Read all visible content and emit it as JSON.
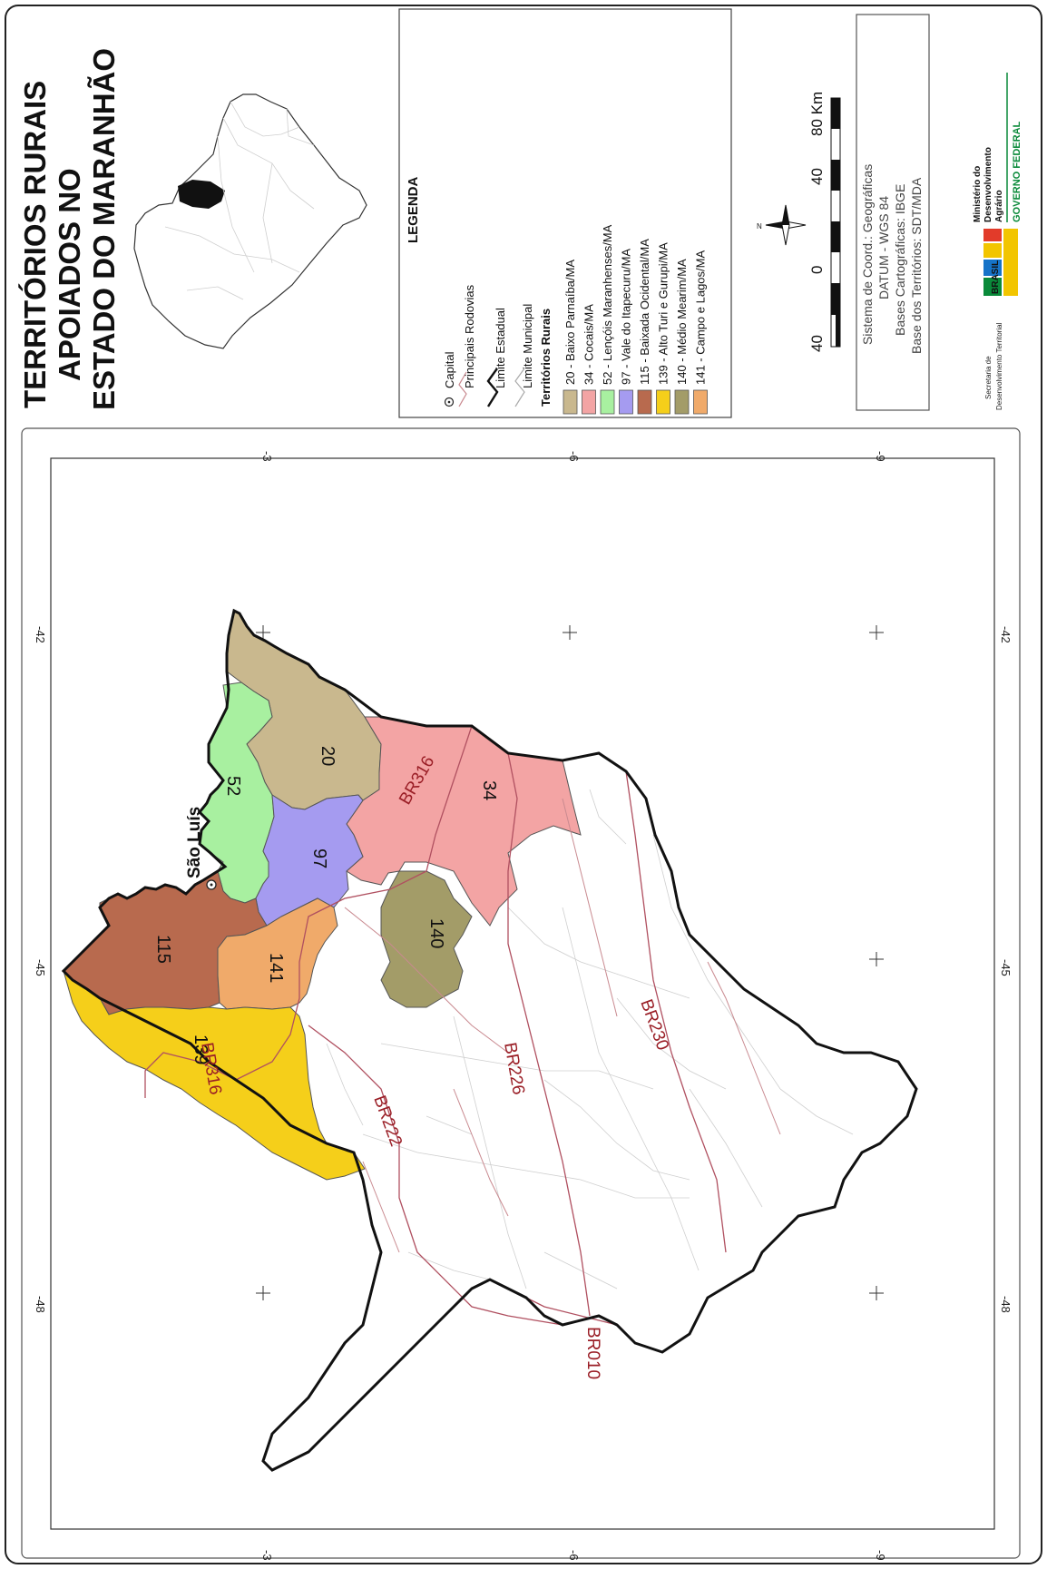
{
  "title": {
    "line1": "TERRITÓRIOS RURAIS",
    "line2": "APOIADOS NO",
    "line3": "ESTADO DO MARANHÃO"
  },
  "legend": {
    "heading": "LEGENDA",
    "items": [
      {
        "label": "Capital",
        "symbol": "capital-icon"
      },
      {
        "label": "Principais Rodovias",
        "symbol": "road-icon"
      },
      {
        "label": "Limite Estadual",
        "symbol": "state-border-icon"
      },
      {
        "label": "Limite Municipal",
        "symbol": "municipal-border-icon"
      }
    ],
    "territories_heading": "Territórios Rurais",
    "territories": [
      {
        "id": "20",
        "label": "20 - Baixo Parnaíba/MA",
        "color": "#c9b88e"
      },
      {
        "id": "34",
        "label": "34 - Cocais/MA",
        "color": "#f3a4a4"
      },
      {
        "id": "52",
        "label": "52 - Lençóis Maranhenses/MA",
        "color": "#a8f0a0"
      },
      {
        "id": "97",
        "label": "97 - Vale do Itapecuru/MA",
        "color": "#a59bf0"
      },
      {
        "id": "115",
        "label": "115 - Baixada Ocidental/MA",
        "color": "#b86a4e"
      },
      {
        "id": "139",
        "label": "139 - Alto Turi e Gurupi/MA",
        "color": "#f5cf1a"
      },
      {
        "id": "140",
        "label": "140 - Médio Mearim/MA",
        "color": "#a39c68"
      },
      {
        "id": "141",
        "label": "141 - Campo e Lagos/MA",
        "color": "#f0aa6a"
      }
    ]
  },
  "scale": {
    "ticks": [
      "40",
      "0",
      "40",
      "80 Km"
    ]
  },
  "credits": {
    "line1": "Sistema de Coord.: Geográficas",
    "line2": "DATUM - WGS 84",
    "line3": "Bases Cartográficas: IBGE",
    "line4": "Base dos Territórios: SDT/MDA"
  },
  "logo": {
    "secretaria": "Secretaria de",
    "dev_territorial": "Desenvolvimento Territorial",
    "ministerio1": "Ministério do",
    "ministerio2": "Desenvolvimento",
    "ministerio3": "Agrário",
    "governo": "GOVERNO FEDERAL",
    "brasil": "BRASIL"
  },
  "map": {
    "capital": "São Luís",
    "territory_labels": [
      "20",
      "34",
      "52",
      "97",
      "115",
      "139",
      "140",
      "141"
    ],
    "roads": [
      "BR316",
      "BR316",
      "BR226",
      "BR230",
      "BR222",
      "BR010"
    ],
    "longitude_ticks": [
      "-42",
      "-45",
      "-48"
    ],
    "latitude_ticks_top": [
      "-3",
      "-6",
      "-9"
    ],
    "latitude_ticks_bottom": [
      "-3",
      "-6",
      "-9"
    ]
  },
  "colors": {
    "road": "#c98a90",
    "road_label": "#9a1e26",
    "border": "#111111"
  }
}
